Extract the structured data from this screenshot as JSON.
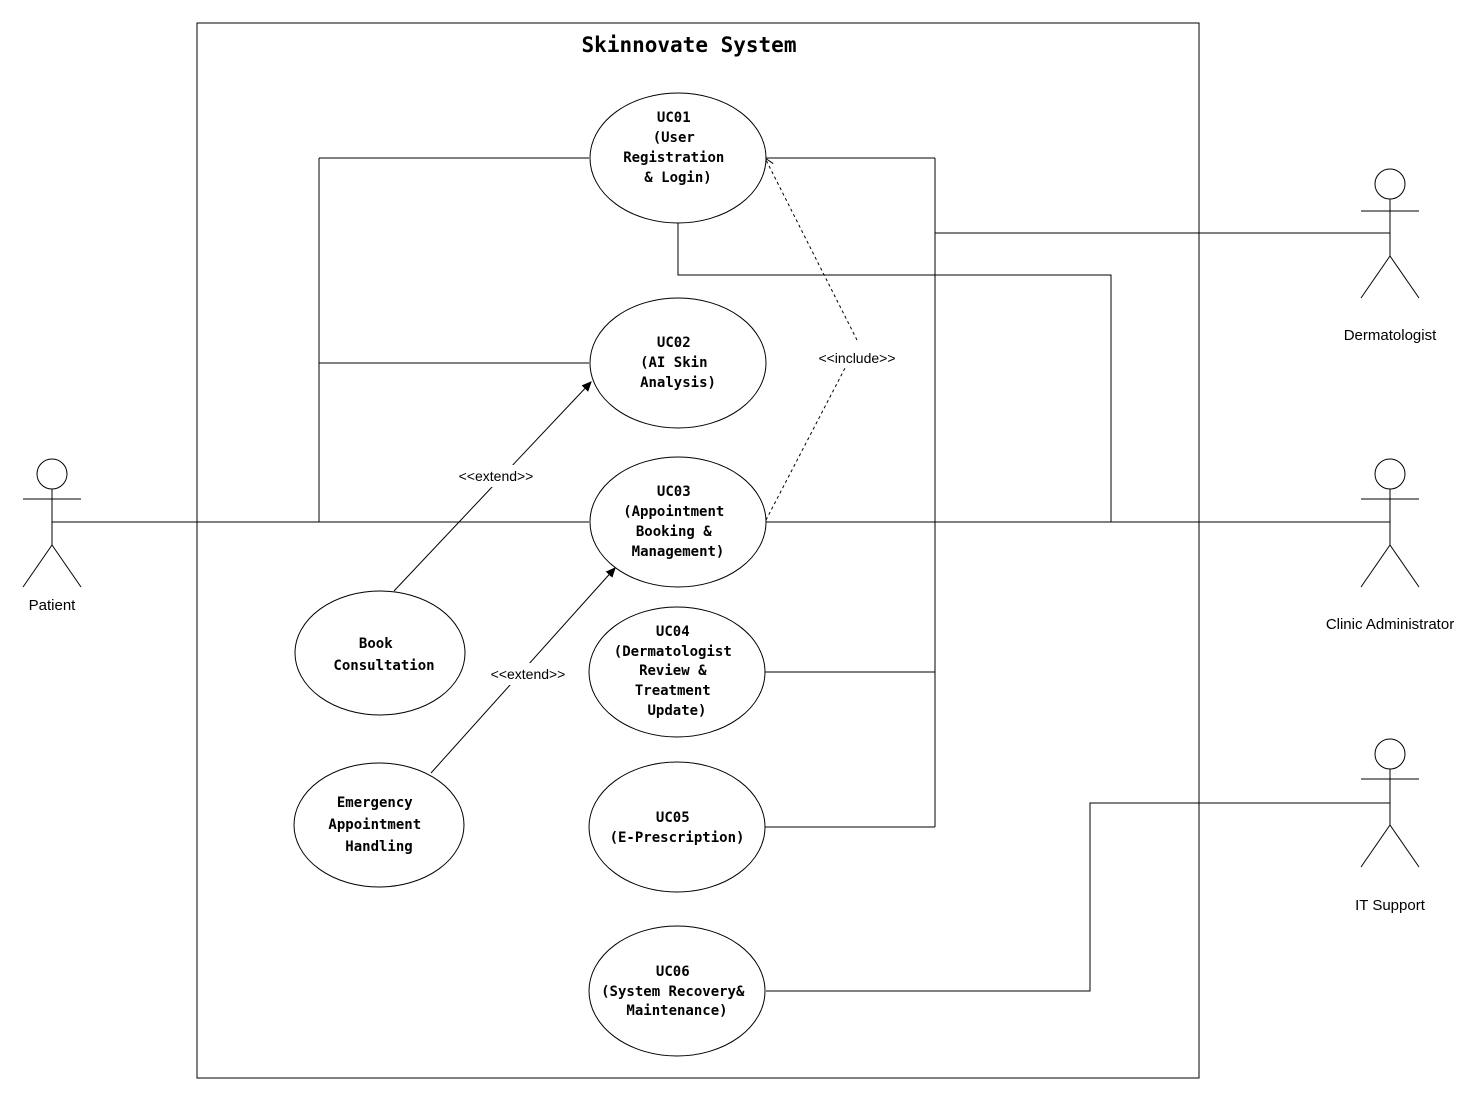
{
  "system": {
    "title": "Skinnovate System"
  },
  "actors": {
    "patient": "Patient",
    "dermatologist": "Dermatologist",
    "clinic_admin": "Clinic Administrator",
    "it_support": "IT Support"
  },
  "use_cases": {
    "uc01": [
      "UC01",
      "(User",
      "Registration",
      "& Login)"
    ],
    "uc02": [
      "UC02",
      "(AI Skin",
      "Analysis)"
    ],
    "uc03": [
      "UC03",
      "(Appointment",
      "Booking &",
      "Management)"
    ],
    "uc04": [
      "UC04",
      "(Dermatologist",
      "Review &",
      "Treatment",
      "Update)"
    ],
    "uc05": [
      "UC05",
      "(E-Prescription)"
    ],
    "uc06": [
      "UC06",
      "(System Recovery&",
      "Maintenance)"
    ],
    "book": [
      "Book",
      "Consultation"
    ],
    "emergency": [
      "Emergency",
      "Appointment",
      "Handling"
    ]
  },
  "relations": {
    "include": "<<include>>",
    "extend_1": "<<extend>>",
    "extend_2": "<<extend>>"
  }
}
